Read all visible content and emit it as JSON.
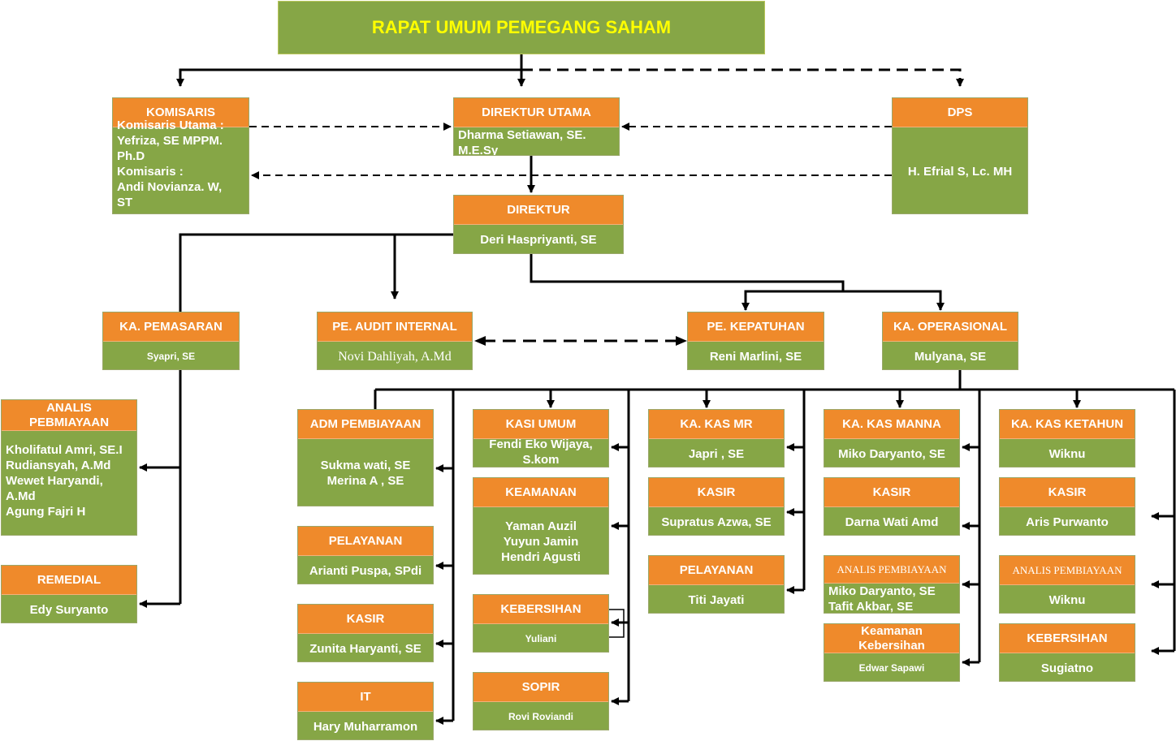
{
  "top": "RAPAT UMUM PEMEGANG SAHAM",
  "komisaris": {
    "title": "KOMISARIS",
    "lines": [
      "Komisaris Utama :",
      "Yefriza, SE MPPM.",
      "Ph.D",
      "",
      "Komisaris :",
      "Andi Novianza. W,",
      "ST"
    ]
  },
  "dirut": {
    "title": "DIREKTUR UTAMA",
    "lines": [
      "Dharma Setiawan, SE.",
      "M.E.Sy"
    ]
  },
  "dps": {
    "title": "DPS",
    "lines": [
      "H. Efrial S, Lc. MH"
    ]
  },
  "direktur": {
    "title": "DIREKTUR",
    "lines": [
      "Deri Haspriyanti, SE"
    ]
  },
  "ka_pemasaran": {
    "title": "KA. PEMASARAN",
    "lines": [
      "Syapri, SE"
    ]
  },
  "audit": {
    "title": "PE. AUDIT INTERNAL",
    "lines": [
      "Novi Dahliyah, A.Md"
    ]
  },
  "kepatuhan": {
    "title": "PE. KEPATUHAN",
    "lines": [
      "Reni Marlini, SE"
    ]
  },
  "ka_operasional": {
    "title": "KA. OPERASIONAL",
    "lines": [
      "Mulyana, SE"
    ]
  },
  "analis_pemb": {
    "title_lines": [
      "ANALIS",
      "PEBMIAYAAN"
    ],
    "lines": [
      "Kholifatul Amri, SE.I",
      "Rudiansyah, A.Md",
      "Wewet Haryandi,",
      "A.Md",
      "Agung Fajri H"
    ]
  },
  "remedial": {
    "title": "REMEDIAL",
    "lines": [
      "Edy Suryanto"
    ]
  },
  "adm_pemb": {
    "title": "ADM PEMBIAYAAN",
    "lines": [
      "Sukma wati, SE",
      "Merina A , SE"
    ]
  },
  "pelayanan1": {
    "title": "PELAYANAN",
    "lines": [
      "Arianti Puspa, SPdi"
    ]
  },
  "kasir1": {
    "title": "KASIR",
    "lines": [
      "Zunita Haryanti, SE"
    ]
  },
  "it": {
    "title": "IT",
    "lines": [
      "Hary Muharramon"
    ]
  },
  "kasi_umum": {
    "title": "KASI UMUM",
    "lines": [
      "Fendi Eko Wijaya,",
      "S.kom"
    ]
  },
  "keamanan": {
    "title": "KEAMANAN",
    "lines": [
      "Yaman Auzil",
      "Yuyun Jamin",
      "Hendri Agusti"
    ]
  },
  "kebersihan1": {
    "title": "KEBERSIHAN",
    "lines": [
      "Yuliani"
    ]
  },
  "sopir": {
    "title": "SOPIR",
    "lines": [
      "Rovi Roviandi"
    ]
  },
  "kas_mr": {
    "title": "KA. KAS MR",
    "lines": [
      "Japri , SE"
    ]
  },
  "kasir2": {
    "title": "KASIR",
    "lines": [
      "Supratus Azwa, SE"
    ]
  },
  "pelayanan2": {
    "title": "PELAYANAN",
    "lines": [
      "Titi Jayati"
    ]
  },
  "kas_manna": {
    "title": "KA. KAS MANNA",
    "lines": [
      "Miko Daryanto, SE"
    ]
  },
  "kasir3": {
    "title": "KASIR",
    "lines": [
      "Darna Wati Amd"
    ]
  },
  "analis3": {
    "title": "ANALIS PEMBIAYAAN",
    "lines": [
      "Miko Daryanto, SE",
      "Tafit Akbar, SE"
    ]
  },
  "keamanan_keb": {
    "title_lines": [
      "Keamanan",
      "Kebersihan"
    ],
    "lines": [
      "Edwar Sapawi"
    ]
  },
  "kas_ketahun": {
    "title": "KA. KAS KETAHUN",
    "lines": [
      "Wiknu"
    ]
  },
  "kasir4": {
    "title": "KASIR",
    "lines": [
      "Aris Purwanto"
    ]
  },
  "analis4": {
    "title": "ANALIS PEMBIAYAAN",
    "lines": [
      "Wiknu"
    ]
  },
  "kebersihan2": {
    "title": "KEBERSIHAN",
    "lines": [
      "Sugiatno"
    ]
  }
}
